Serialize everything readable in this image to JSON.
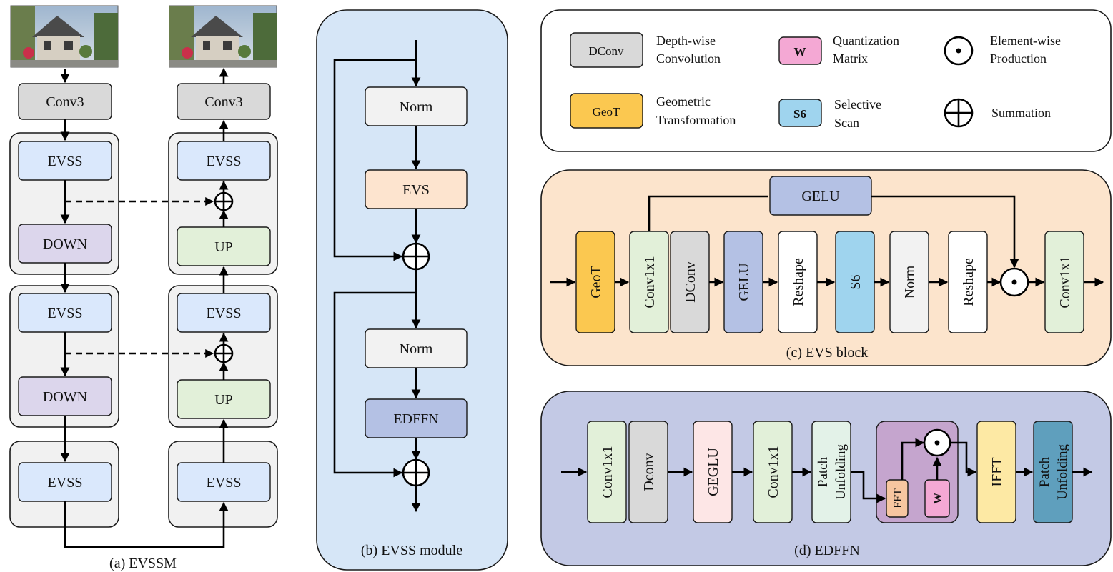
{
  "panel_a": {
    "caption": "(a) EVSSM",
    "conv_in": "Conv3",
    "conv_out": "Conv3",
    "enc_evss_1": "EVSS",
    "enc_down_1": "DOWN",
    "enc_evss_2": "EVSS",
    "enc_down_2": "DOWN",
    "bottleneck_evss_left": "EVSS",
    "bottleneck_evss_right": "EVSS",
    "dec_evss_2": "EVSS",
    "dec_up_2": "UP",
    "dec_evss_1": "EVSS",
    "dec_up_1": "UP"
  },
  "panel_b": {
    "caption": "(b) EVSS module",
    "norm_1": "Norm",
    "evs": "EVS",
    "norm_2": "Norm",
    "edffn": "EDFFN"
  },
  "legend": {
    "dconv_box": "DConv",
    "dconv_desc_1": "Depth-wise",
    "dconv_desc_2": "Convolution",
    "geot_box": "GeoT",
    "geot_desc_1": "Geometric",
    "geot_desc_2": "Transformation",
    "w_box": "W",
    "w_desc_1": "Quantization",
    "w_desc_2": "Matrix",
    "s6_box": "S6",
    "s6_desc_1": "Selective",
    "s6_desc_2": "Scan",
    "elementwise_desc_1": "Element-wise",
    "elementwise_desc_2": "Production",
    "summation_desc": "Summation"
  },
  "panel_c": {
    "caption": "(c) EVS block",
    "gelu_top": "GELU",
    "geot": "GeoT",
    "conv1x1_a": "Conv1x1",
    "dconv": "DConv",
    "gelu": "GELU",
    "reshape_a": "Reshape",
    "s6": "S6",
    "norm": "Norm",
    "reshape_b": "Reshape",
    "conv1x1_b": "Conv1x1"
  },
  "panel_d": {
    "caption": "(d) EDFFN",
    "conv1x1_a": "Conv1x1",
    "dconv": "Dconv",
    "geglu": "GEGLU",
    "conv1x1_b": "Conv1x1",
    "patch_unfold_a_1": "Patch",
    "patch_unfold_a_2": "Unfolding",
    "fft": "FFT",
    "w": "W",
    "ifft": "IFFT",
    "patch_unfold_b_1": "Patch",
    "patch_unfold_b_2": "Unfolding"
  },
  "colors": {
    "gray_box": "#d9d9d9",
    "blue_box": "#dae8fc",
    "purple_box": "#dcd6ec",
    "green_box": "#e2f0d9",
    "group_bg": "#f1f1f1",
    "panel_b_bg": "#d6e6f7",
    "peach_box": "#fde4cf",
    "edffn_box": "#b4c1e4",
    "panel_c_bg": "#fce4cc",
    "panel_d_bg": "#c3c9e5",
    "geot_yellow": "#fbc850",
    "s6_blue": "#9fd4ee",
    "w_pink": "#f4a8d4",
    "norm_gray": "#f2f2f2",
    "geglu_pink": "#fde6e6",
    "patch_green": "#e3f2e8",
    "ifft_yellow": "#fde9a4",
    "patch_teal": "#5f9fbd",
    "fft_orange": "#f7c6a0",
    "fft_group": "#c5a5ce"
  },
  "icons": [
    "house-photo-input",
    "house-photo-output",
    "element-wise-product-icon",
    "summation-icon"
  ]
}
